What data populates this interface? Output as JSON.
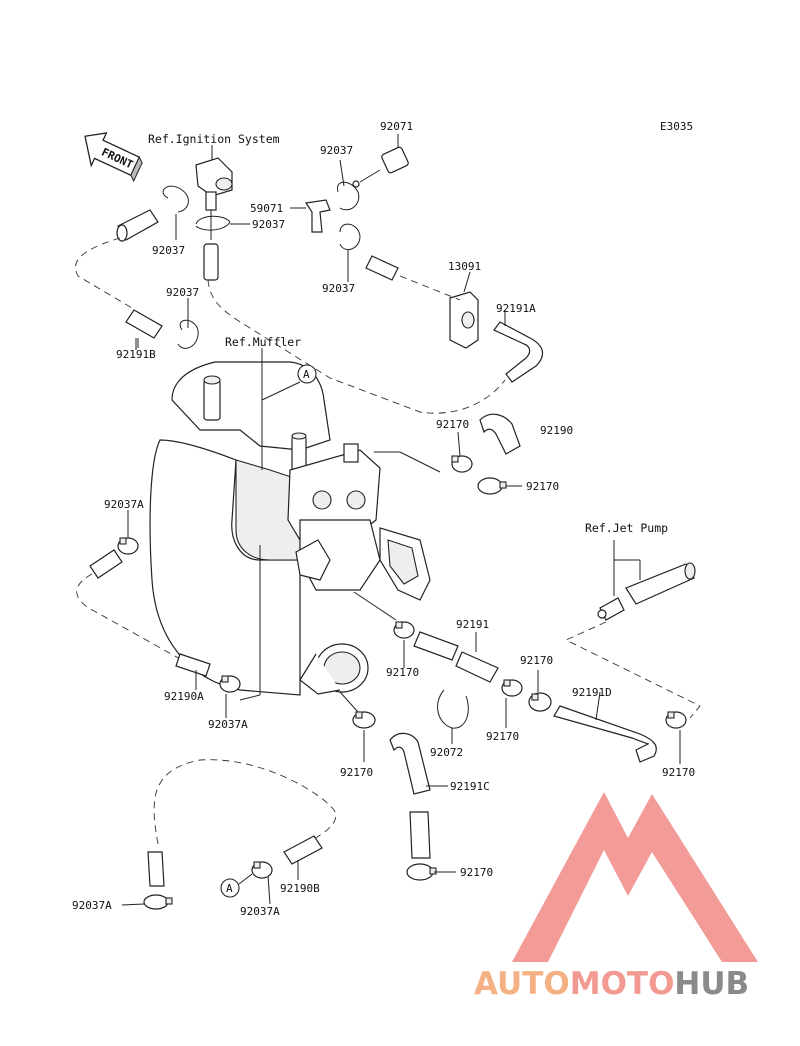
{
  "diagram_id": "E3035",
  "front_label": "FRONT",
  "refs": {
    "ignition": "Ref.Ignition System",
    "muffler": "Ref.Muffler",
    "jetpump": "Ref.Jet Pump"
  },
  "callout": "A",
  "parts": {
    "p92071": "92071",
    "p92037_a": "92037",
    "p92037_b": "92037",
    "p92037_c": "92037",
    "p92037_d": "92037",
    "p92037_e": "92037",
    "p59071": "59071",
    "p13091": "13091",
    "p92191A": "92191A",
    "p92191B": "92191B",
    "p92170_a": "92170",
    "p92170_b": "92170",
    "p92170_c": "92170",
    "p92170_d": "92170",
    "p92170_e": "92170",
    "p92170_f": "92170",
    "p92170_g": "92170",
    "p92170_h": "92170",
    "p92190": "92190",
    "p92037A_a": "92037A",
    "p92037A_b": "92037A",
    "p92037A_c": "92037A",
    "p92037A_d": "92037A",
    "p92191": "92191",
    "p92191D": "92191D",
    "p92190A": "92190A",
    "p92072": "92072",
    "p92191C": "92191C",
    "p92190B": "92190B"
  },
  "watermark": {
    "part1": "AUTO",
    "part2": "MOTO",
    "part3": "HUB",
    "color_auto": "#f5b183",
    "color_moto": "#f29a91",
    "color_hub": "#8a8a8a",
    "color_mark": "#f08a86"
  }
}
